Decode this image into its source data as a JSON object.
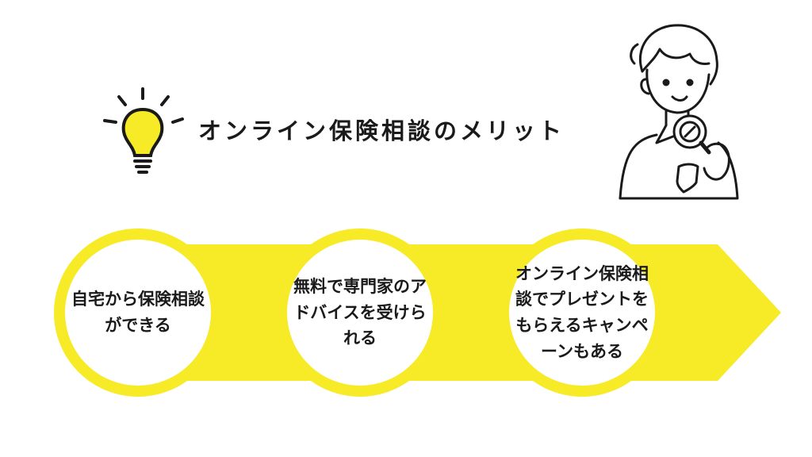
{
  "title": "オンライン保険相談のメリット",
  "colors": {
    "accent": "#f7ea27",
    "text": "#1a1a1a",
    "background": "#ffffff"
  },
  "icons": {
    "bulb": "lightbulb-icon",
    "person": "detective-person-illustration"
  },
  "benefits": [
    {
      "text": "自宅から保険相談ができる"
    },
    {
      "text": "無料で専門家のアドバイスを受けられる"
    },
    {
      "text": "オンライン保険相談でプレゼントをもらえるキャンペーンもある"
    }
  ]
}
